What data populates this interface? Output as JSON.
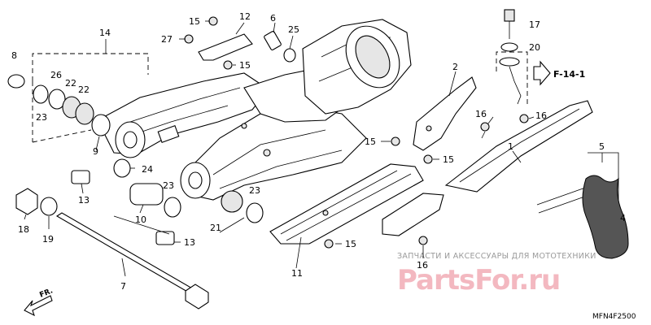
{
  "diagram": {
    "part_numbers": [
      "1",
      "2",
      "4",
      "5",
      "6",
      "7",
      "8",
      "9",
      "10",
      "11",
      "12",
      "13",
      "13",
      "14",
      "15",
      "15",
      "15",
      "15",
      "15",
      "16",
      "16",
      "16",
      "17",
      "18",
      "19",
      "20",
      "21",
      "22",
      "22",
      "23",
      "23",
      "23",
      "24",
      "25",
      "26",
      "27"
    ],
    "reference_label": "F-14-1",
    "front_label": "FR.",
    "diagram_code": "MFN4F2500",
    "watermark_text": "ЗАПЧАСТИ И АКСЕССУАРЫ ДЛЯ МОТОТЕХНИКИ",
    "watermark_logo": "PartsFor.ru"
  }
}
